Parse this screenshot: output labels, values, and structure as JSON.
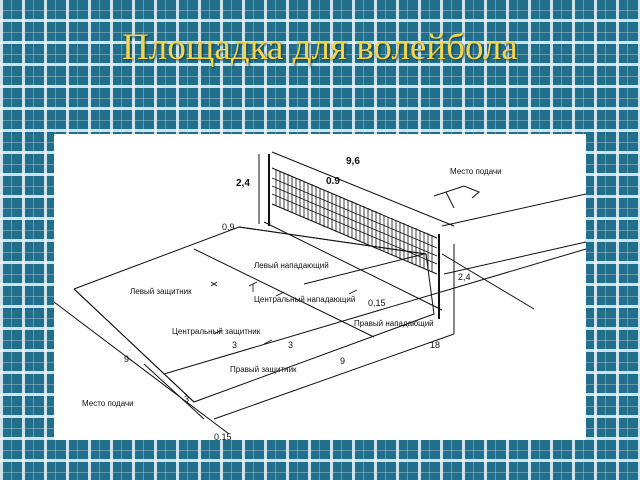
{
  "title": "Площадка для волейбола",
  "diagram": {
    "net_length": "9,6",
    "net_width": "0.9",
    "post_height_left": "2,4",
    "post_height_right": "2,4",
    "post_offset": "0,9",
    "court_length": "18",
    "half_length": "9",
    "court_width": "9",
    "attack_zone_1": "3",
    "attack_zone_2": "3",
    "serve_zone_width": "3",
    "line_width_1": "0,15",
    "line_width_2": "0,15",
    "serve_place_top": "Место подачи",
    "serve_place_bottom": "Место подачи",
    "left_back": "Левый защитник",
    "left_front": "Левый нападающий",
    "center_front": "Центральный нападающий",
    "right_front": "Правый нападающий",
    "center_back": "Центральный защитник",
    "right_back": "Правый защитник"
  }
}
